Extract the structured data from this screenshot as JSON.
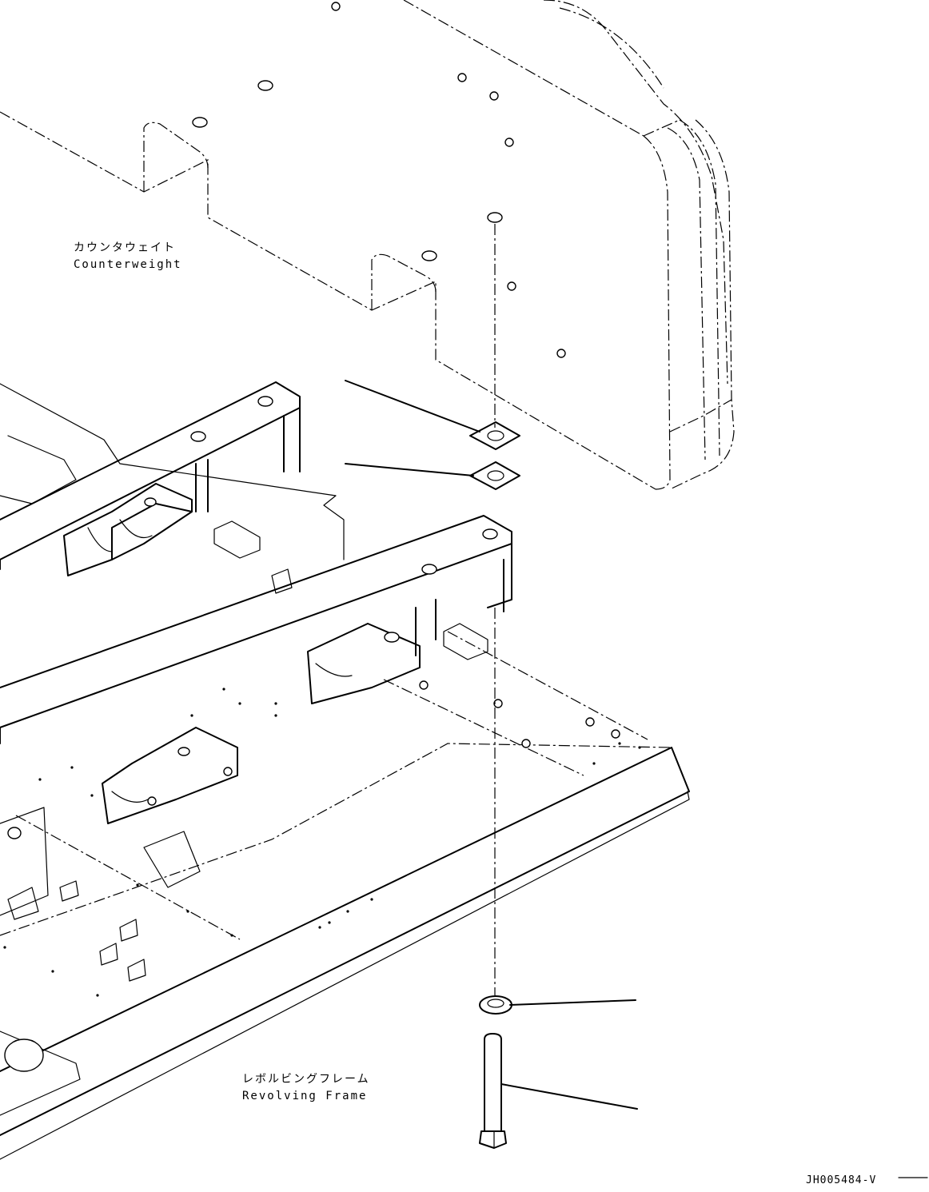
{
  "labels": {
    "counterweight_jp": "カウンタウェイト",
    "counterweight_en": "Counterweight",
    "revolving_frame_jp": "レボルビングフレーム",
    "revolving_frame_en": "Revolving Frame"
  },
  "drawing_code": "JH005484-V",
  "colors": {
    "line": "#000000",
    "background": "#ffffff"
  }
}
